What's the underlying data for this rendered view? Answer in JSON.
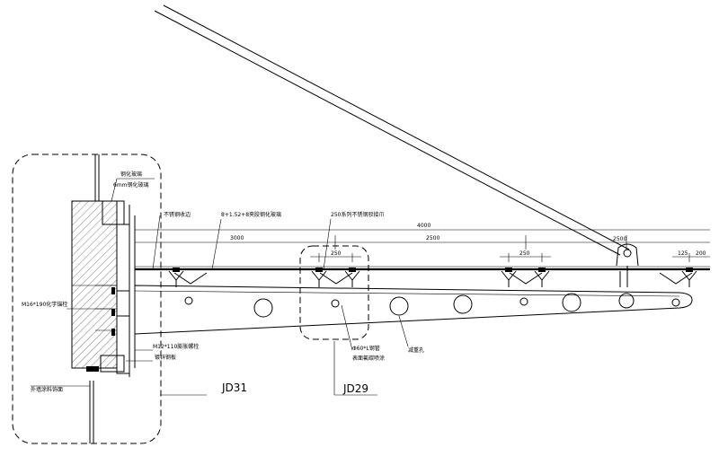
{
  "labels": {
    "glass_top": "钢化玻璃",
    "glass_spec": "6mm钢化玻璃",
    "edge_plate": "不锈钢收边",
    "laminated_glass": "8+1.52+8夹胶钢化玻璃",
    "point_fitting": "250系列不锈钢驳接爪",
    "anchor_bolt": "M16*190化学锚栓",
    "expansion_bolt": "M12*110膨胀螺栓",
    "embed_plate": "镀锌钢板",
    "wall_finish": "外墙涂料饰面",
    "beam_note_1": "Φ60*L钢管",
    "beam_note_2": "表面氟碳喷涂",
    "hole_note": "减重孔"
  },
  "dimensions": {
    "overall": "4000",
    "first_span": "3000",
    "middle_span": "2500",
    "end_span": "2500",
    "fitting_a": "250",
    "fitting_b": "250",
    "tip_a": "125",
    "tip_b": "200"
  },
  "details": {
    "left_callout": "JD31",
    "middle_callout": "JD29"
  }
}
